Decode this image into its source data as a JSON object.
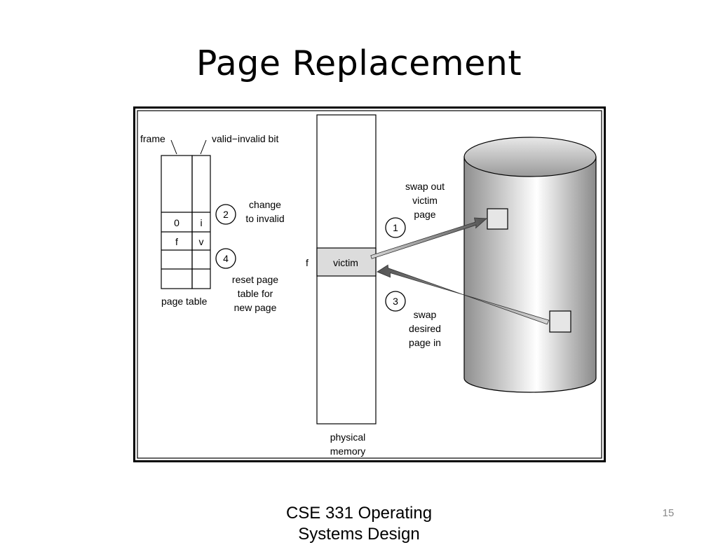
{
  "slide": {
    "title": "Page Replacement",
    "footer_line1": "CSE 331 Operating",
    "footer_line2": "Systems Design",
    "page_number": "15"
  },
  "diagram": {
    "labels": {
      "frame": "frame",
      "valid_invalid_bit": "valid−invalid bit",
      "page_table": "page table",
      "frame_f": "f",
      "victim": "victim",
      "physical": "physical",
      "memory": "memory"
    },
    "page_table_rows": [
      {
        "frame": "0",
        "bit": "i"
      },
      {
        "frame": "f",
        "bit": "v"
      }
    ],
    "steps": [
      {
        "number": "1",
        "line1": "swap out",
        "line2": "victim",
        "line3": "page"
      },
      {
        "number": "2",
        "line1": "change",
        "line2": "to invalid"
      },
      {
        "number": "3",
        "line1": "swap",
        "line2": "desired",
        "line3": "page in"
      },
      {
        "number": "4",
        "line1": "reset page",
        "line2": "table for",
        "line3": "new page"
      }
    ],
    "colors": {
      "cylinder_dark": "#8f8f8f",
      "cylinder_light": "#ffffff",
      "victim_fill": "#dcdcdc",
      "arrow_dark": "#555555",
      "arrow_light": "#cfcfcf"
    }
  }
}
